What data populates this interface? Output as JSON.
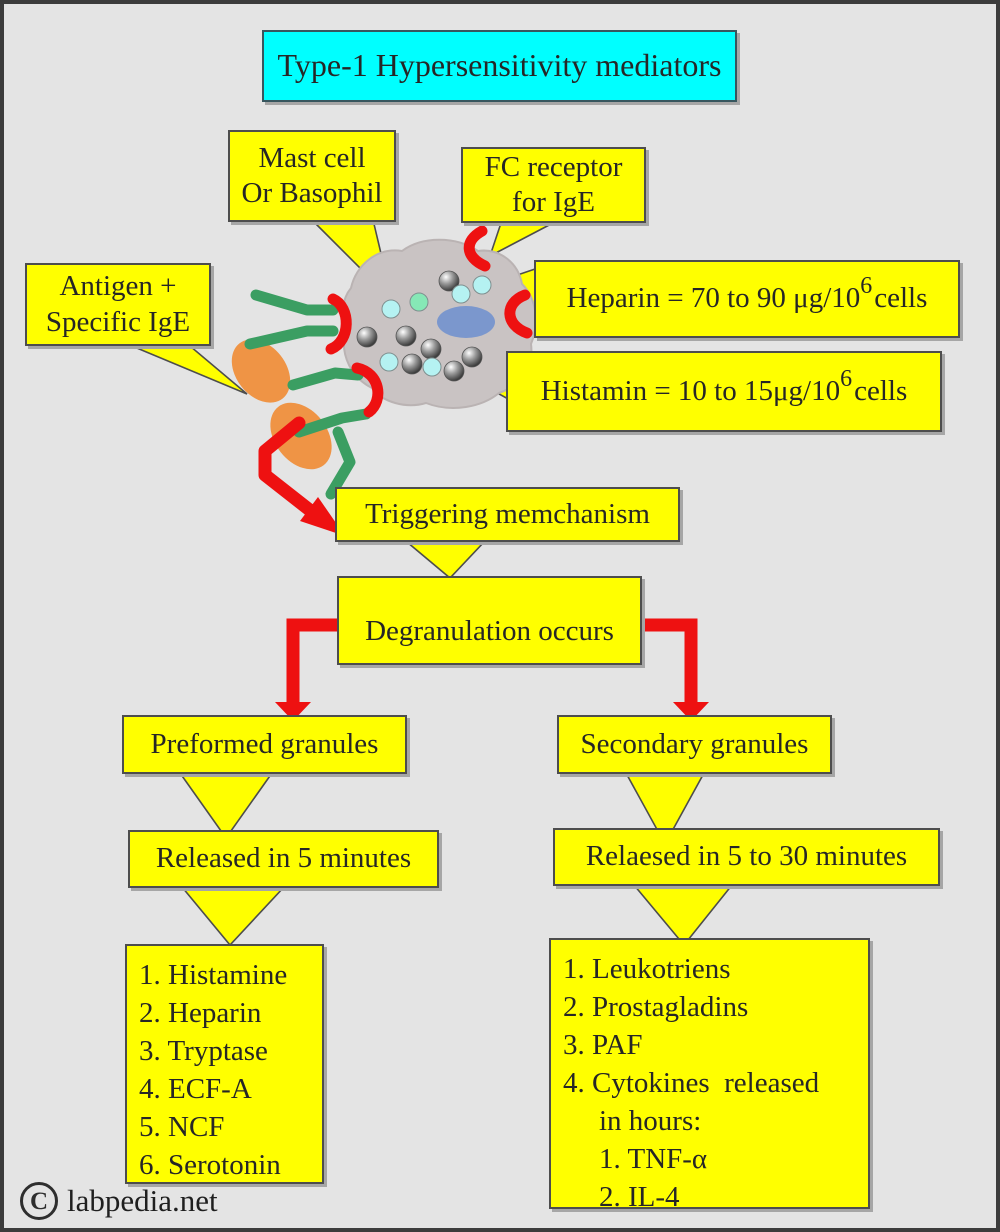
{
  "title": "Type-1 Hypersensitivity mediators",
  "callouts": {
    "mast_cell": {
      "line1": "Mast cell",
      "line2": "Or Basophil"
    },
    "fc_receptor": {
      "line1": "FC receptor",
      "line2": "for IgE"
    },
    "antigen": {
      "line1": "Antigen +",
      "line2": "Specific IgE"
    },
    "heparin": {
      "main": "Heparin = 70 to 90 μg/10",
      "sup": "6",
      "unit": "cells"
    },
    "histamin": {
      "main": "Histamin = 10 to 15μg/10",
      "sup": "6",
      "unit": "cells"
    }
  },
  "flow": {
    "triggering": "Triggering memchanism",
    "degranulation": "Degranulation occurs",
    "preformed": "Preformed granules",
    "secondary": "Secondary granules",
    "released_preformed": "Released in 5 minutes",
    "released_secondary": "Relaesed in 5 to 30 minutes"
  },
  "lists": {
    "preformed": [
      "1. Histamine",
      "2. Heparin",
      "3. Tryptase",
      "4. ECF-A",
      "5. NCF",
      "6. Serotonin"
    ],
    "secondary": [
      "1. Leukotriens",
      "2. Prostagladins",
      "3. PAF",
      "4. Cytokines  released",
      "in hours:",
      "1. TNF-α",
      "2. IL-4"
    ]
  },
  "footer": {
    "copyright": "C",
    "site": "labpedia.net"
  },
  "colors": {
    "background": "#e4e4e4",
    "box_yellow": "#ffff00",
    "title_cyan": "#00ffff",
    "arrow_red": "#ee1111",
    "ige_green": "#3b9e62",
    "antigen_orange": "#ef9445",
    "cell_gray": "#c9c3c3",
    "nucleus_blue": "#7b97cd",
    "granule_cyan": "#b5f2f2"
  }
}
